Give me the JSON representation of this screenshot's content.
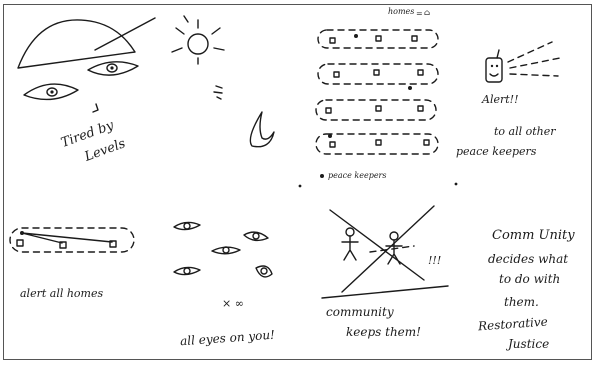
{
  "panels": {
    "tired_levels": {
      "line1": "Tired by",
      "line2": "Levels"
    },
    "homes_legend": {
      "homes": "homes",
      "homes_eq": "=",
      "homes_symbol": "⌂",
      "keepers": "peace keepers"
    },
    "alert": {
      "alert": "Alert!!",
      "line1": "to all other",
      "line2": "peace keepers"
    },
    "alert_homes": {
      "text": "alert all homes"
    },
    "eyes": {
      "text": "all eyes on you!",
      "mark": "× ∞"
    },
    "community": {
      "text1": "community",
      "text2": "keeps them!",
      "marks": "!!!"
    },
    "community_decides": {
      "line1": "Comm Unity",
      "line2": "decides what",
      "line3": "to do with",
      "line4": "them.",
      "line5": "Restorative",
      "line6": "Justice"
    }
  },
  "icons": [
    "cap-icon",
    "eye-icon",
    "sun-icon",
    "moon-icon",
    "phone-icon",
    "house-icon",
    "stick-figure-icon",
    "eye-icon"
  ]
}
